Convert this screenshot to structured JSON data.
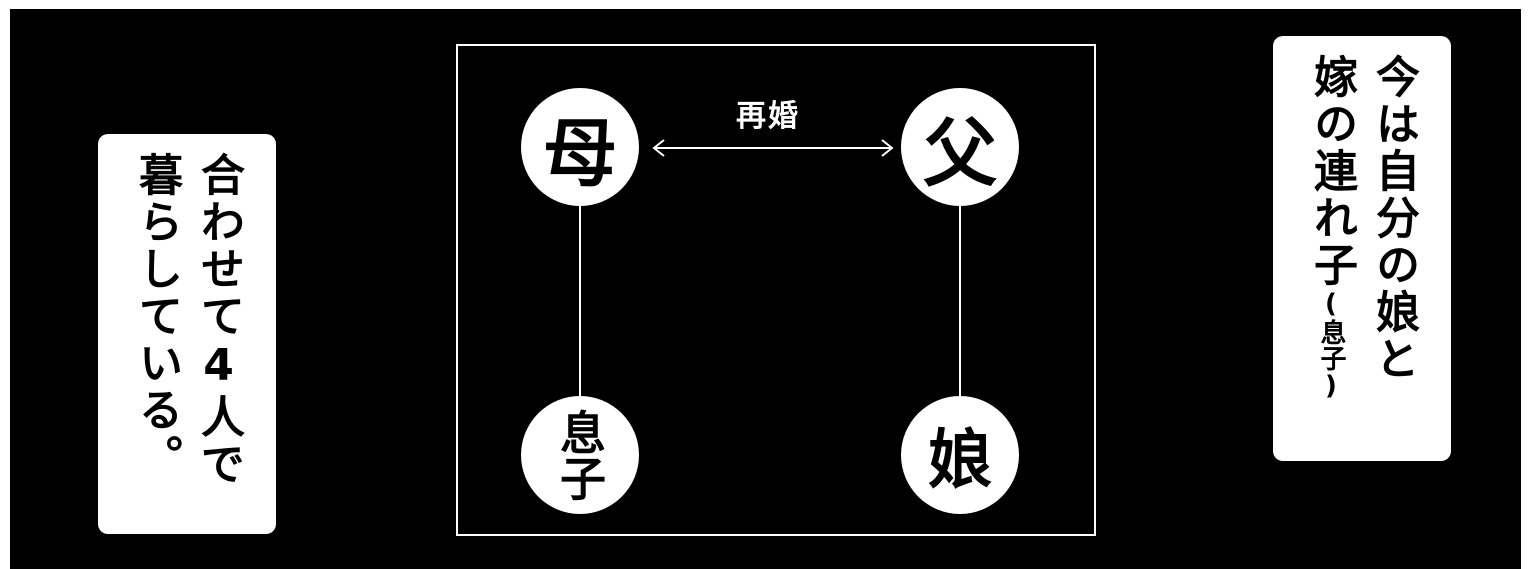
{
  "left_caption": {
    "line1": "合わせて4人で",
    "line2": "暮らしている。"
  },
  "right_caption": {
    "line1_main": "今は自分の娘と",
    "line2_main": "嫁の連れ子",
    "line2_small": "(息子)"
  },
  "diagram": {
    "relation_label": "再婚",
    "mother": "母",
    "father": "父",
    "son": "息子",
    "daughter": "娘"
  },
  "colors": {
    "panel_background": "#000000",
    "foreground": "#ffffff",
    "text": "#000000"
  }
}
